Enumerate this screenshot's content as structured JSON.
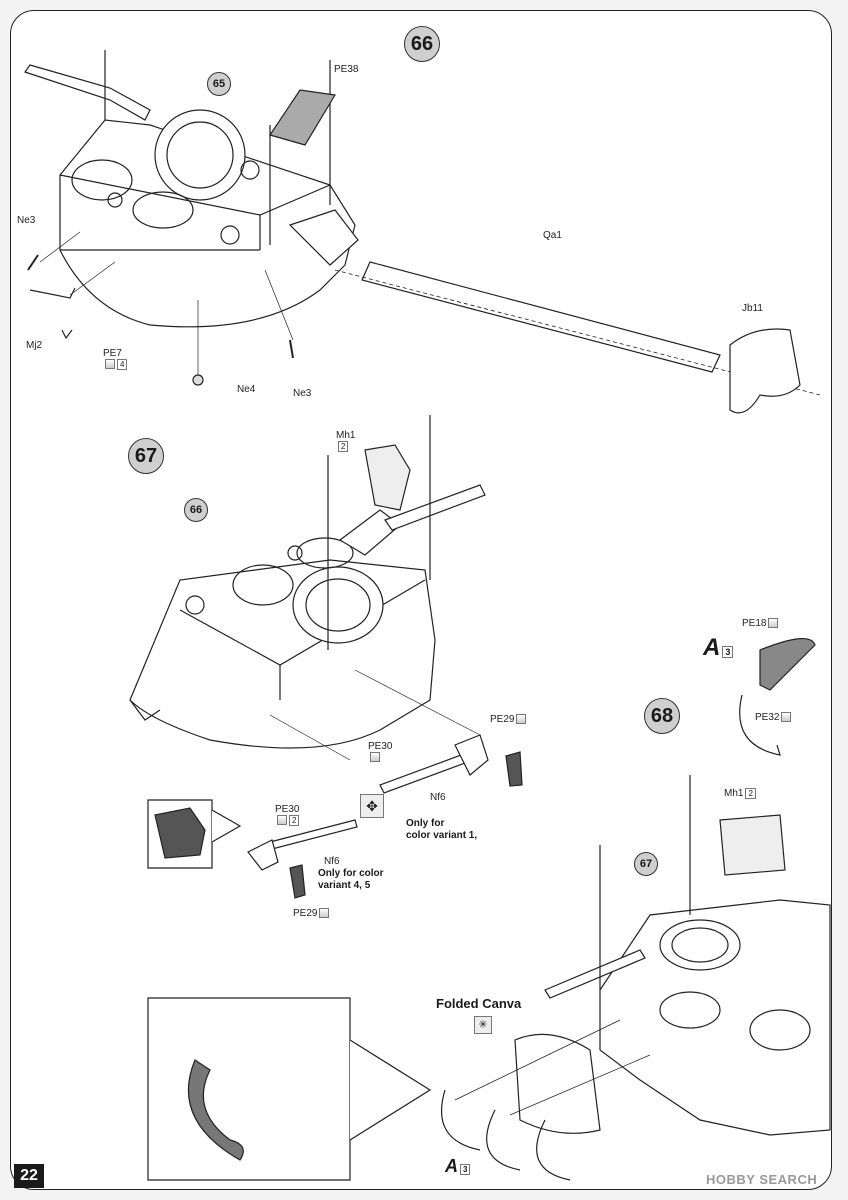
{
  "page": {
    "number": "22",
    "watermark": "HOBBY SEARCH"
  },
  "steps": {
    "s66": {
      "number": "66",
      "subassembly_ref": "65",
      "parts": {
        "pe38": "PE38",
        "ne3a": "Ne3",
        "mj2": "Mj2",
        "pe7": "PE7",
        "pe7_qty": "4",
        "ne4": "Ne4",
        "ne3b": "Ne3",
        "qa1": "Qa1",
        "jb11": "Jb11"
      }
    },
    "s67": {
      "number": "67",
      "subassembly_ref": "66",
      "parts": {
        "mh1": "Mh1",
        "mh1_qty": "2",
        "pe30": "PE30",
        "pe29": "PE29",
        "nf6": "Nf6",
        "pe30b": "PE30",
        "pe30b_qty": "2",
        "nf6b": "Nf6",
        "pe29b": "PE29"
      },
      "notes": {
        "variant1": "Only for\ncolor variant 1,",
        "variant45": "Only for color\nvariant 4, 5"
      }
    },
    "s68": {
      "number": "68",
      "subassembly_ref": "67",
      "parts": {
        "mh1": "Mh1",
        "mh1_qty": "2",
        "pe18": "PE18",
        "pe32": "PE32"
      },
      "subassembly_a": {
        "letter": "A",
        "qty": "3"
      },
      "folded_label": "Folded Canva",
      "bottom_a": {
        "letter": "A",
        "qty": "3"
      }
    }
  },
  "icons": [
    "photo-etch-icon",
    "variant-marker-icon",
    "canvas-marker-icon"
  ]
}
